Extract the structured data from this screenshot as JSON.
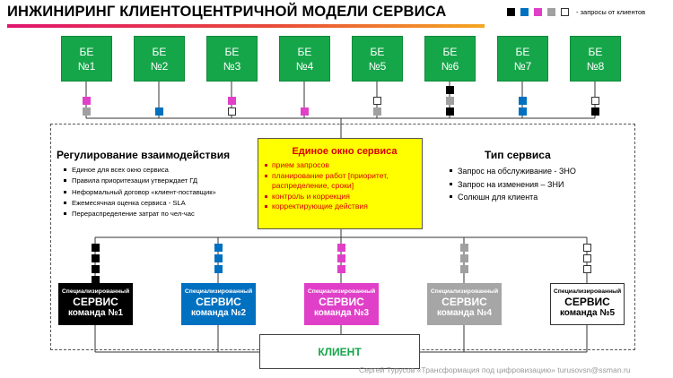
{
  "title": "ИНЖИНИРИНГ КЛИЕНТОЦЕНТРИЧНОЙ  МОДЕЛИ СЕРВИСА",
  "legend": {
    "text": "- запросы от клиентов",
    "squares": [
      {
        "fill": "#000000",
        "border": "#000000"
      },
      {
        "fill": "#0070c0",
        "border": "#0070c0"
      },
      {
        "fill": "#e040c8",
        "border": "#e040c8"
      },
      {
        "fill": "#a0a0a0",
        "border": "#a0a0a0"
      },
      {
        "fill": "#ffffff",
        "border": "#333333"
      }
    ]
  },
  "business_units": [
    {
      "label": "БЕ",
      "number": "№1",
      "squares": [
        {
          "fill": "#e040c8",
          "border": "#e040c8"
        },
        {
          "fill": "#a0a0a0",
          "border": "#a0a0a0"
        }
      ]
    },
    {
      "label": "БЕ",
      "number": "№2",
      "squares": [
        {
          "fill": "#0070c0",
          "border": "#0070c0"
        }
      ]
    },
    {
      "label": "БЕ",
      "number": "№3",
      "squares": [
        {
          "fill": "#e040c8",
          "border": "#e040c8"
        },
        {
          "fill": "#ffffff",
          "border": "#333333"
        }
      ]
    },
    {
      "label": "БЕ",
      "number": "№4",
      "squares": [
        {
          "fill": "#e040c8",
          "border": "#e040c8"
        }
      ]
    },
    {
      "label": "БЕ",
      "number": "№5",
      "squares": [
        {
          "fill": "#ffffff",
          "border": "#333333"
        },
        {
          "fill": "#a0a0a0",
          "border": "#a0a0a0"
        }
      ]
    },
    {
      "label": "БЕ",
      "number": "№6",
      "squares": [
        {
          "fill": "#000000",
          "border": "#000000"
        },
        {
          "fill": "#a0a0a0",
          "border": "#a0a0a0"
        },
        {
          "fill": "#000000",
          "border": "#000000"
        }
      ]
    },
    {
      "label": "БЕ",
      "number": "№7",
      "squares": [
        {
          "fill": "#0070c0",
          "border": "#0070c0"
        },
        {
          "fill": "#0070c0",
          "border": "#0070c0"
        }
      ]
    },
    {
      "label": "БЕ",
      "number": "№8",
      "squares": [
        {
          "fill": "#ffffff",
          "border": "#333333"
        },
        {
          "fill": "#000000",
          "border": "#000000"
        }
      ]
    }
  ],
  "regulation": {
    "heading": "Регулирование взаимодействия",
    "items": [
      "Единое для всех окно сервиса",
      "Правила приоритезации утверждает ГД",
      "Неформальный договор «клиент-поставщик»",
      "Ежемесячная оценка сервиса - SLA",
      "Перераспределение затрат по чел-час"
    ]
  },
  "single_window": {
    "heading": "Единое окно сервиса",
    "items": [
      "прием запросов",
      "планирование работ [приоритет, распределение, сроки]",
      "контроль и коррекция",
      "корректирующие действия"
    ]
  },
  "service_type": {
    "heading": "Тип сервиса",
    "items": [
      "Запрос на обслуживание - ЗНО",
      "Запрос на изменения – ЗНИ",
      "Солюшн для клиента"
    ]
  },
  "services": [
    {
      "line1": "Специализированный",
      "line2": "СЕРВИС",
      "line3": "команда №1",
      "bg": "#000000",
      "fg": "#ffffff",
      "square": {
        "fill": "#000000",
        "border": "#000000"
      }
    },
    {
      "line1": "Специализированный",
      "line2": "СЕРВИС",
      "line3": "команда  №2",
      "bg": "#0070c0",
      "fg": "#ffffff",
      "square": {
        "fill": "#0070c0",
        "border": "#0070c0"
      }
    },
    {
      "line1": "Специализированный",
      "line2": "СЕРВИС",
      "line3": "команда  №3",
      "bg": "#e040c8",
      "fg": "#ffffff",
      "square": {
        "fill": "#e040c8",
        "border": "#e040c8"
      }
    },
    {
      "line1": "Специализированный",
      "line2": "СЕРВИС",
      "line3": "команда  №4",
      "bg": "#a6a6a6",
      "fg": "#ffffff",
      "square": {
        "fill": "#a0a0a0",
        "border": "#a0a0a0"
      }
    },
    {
      "line1": "Специализированный",
      "line2": "СЕРВИС",
      "line3": "команда  №5",
      "bg": "#ffffff",
      "fg": "#000000",
      "square": {
        "fill": "#ffffff",
        "border": "#333333"
      }
    }
  ],
  "client": "КЛИЕНТ",
  "footer": "Сергей Турусов «Трансформация под цифровизацию» turusovsn@ssman.ru"
}
